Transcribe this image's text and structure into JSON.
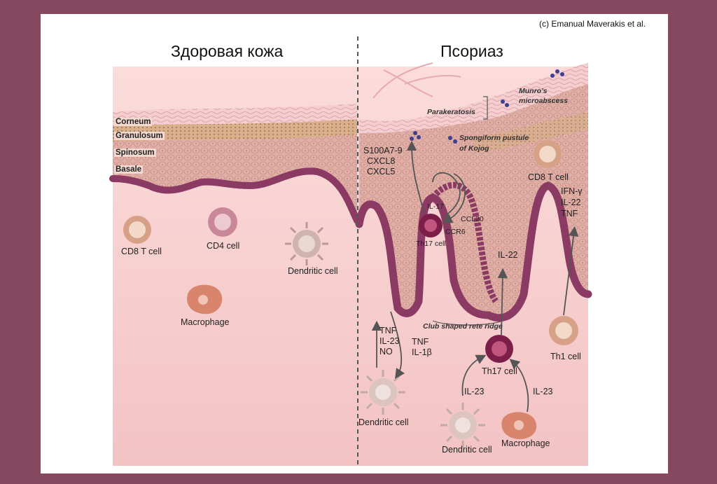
{
  "credit": "(c) Emanual Maverakis et al.",
  "headings": {
    "healthy": "Здоровая кожа",
    "psoriasis": "Псориаз"
  },
  "layers": [
    "Corneum",
    "Granulosum",
    "Spinosum",
    "Basale"
  ],
  "healthy_cells": {
    "cd8": "CD8 T cell",
    "cd4": "CD4 cell",
    "dendritic": "Dendritic cell",
    "macrophage": "Macrophage"
  },
  "psoriasis": {
    "munro": [
      "Munro's",
      "microabscess"
    ],
    "parakeratosis": "Parakeratosis",
    "spongiform": [
      "Spongiform pustule",
      "of Kojog"
    ],
    "s100": [
      "S100A7-9",
      "CXCL8",
      "CXCL5"
    ],
    "cd8": "CD8 T cell",
    "il17": "IL-17",
    "ccl20": "CCL20",
    "ccr6": "CCR6",
    "th17_top": "Th17 cell",
    "ifn": [
      "IFN-γ",
      "IL-22",
      "TNF"
    ],
    "il22": "IL-22",
    "club": "Club shaped rete ridge",
    "tnf_left": [
      "TNF",
      "IL-23",
      "NO"
    ],
    "tnf_right": [
      "TNF",
      "IL-1β"
    ],
    "th17_mid": "Th17 cell",
    "th1": "Th1 cell",
    "il23_left": "IL-23",
    "il23_right": "IL-23",
    "dendritic_left": "Dendritic cell",
    "dendritic_bottom": "Dendritic cell",
    "macrophage": "Macrophage"
  },
  "colors": {
    "frame": "#86485f",
    "dermis": "#f7cfcd",
    "epidermis": "#dcaaa0",
    "basal_cells": "#8a3a63",
    "corneum": "#f3c9c8",
    "granulosum": "#d9b08a"
  }
}
